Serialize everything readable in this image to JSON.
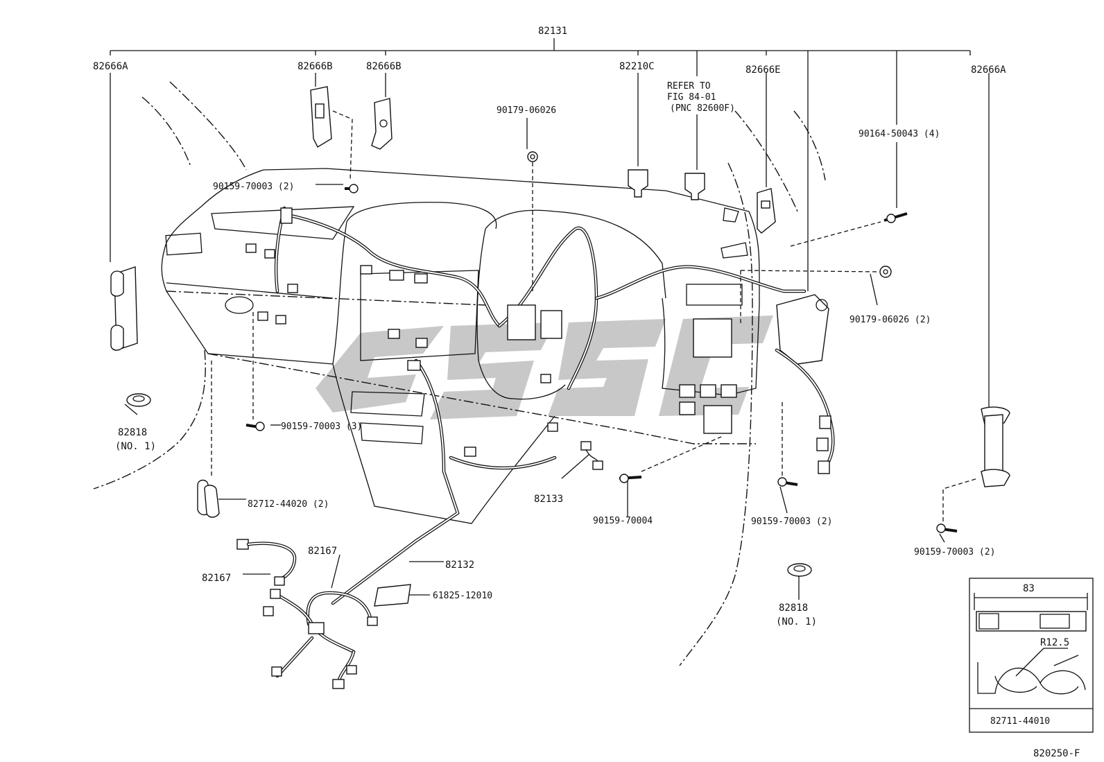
{
  "labels": {
    "top_harness": "82131",
    "clamp_a_left": "82666A",
    "clamp_b_1": "82666B",
    "clamp_b_2": "82666B",
    "relay_c": "82210C",
    "refer_line1": "REFER TO",
    "refer_line2": "FIG 84-01",
    "refer_line3": "(PNC 82600F)",
    "clamp_e": "82666E",
    "clamp_a_right": "82666A",
    "nut_top": "90179-06026",
    "bolt_top_right": "90164-50043 (4)",
    "bolt_left_upper": "90159-70003 (2)",
    "nut_right": "90179-06026 (2)",
    "grommet_left": "82818",
    "grommet_left_no": "(NO. 1)",
    "bolt_left_lower": "90159-70003 (3)",
    "clip_left": "82712-44020 (2)",
    "harness_133": "82133",
    "bolt_center": "90159-70004",
    "bolt_right_lower": "90159-70003 (2)",
    "bolt_far_right": "90159-70003 (2)",
    "harness_167_top": "82167",
    "harness_167_left": "82167",
    "harness_132": "82132",
    "label_sheet": "61825-12010",
    "grommet_right": "82818",
    "grommet_right_no": "(NO. 1)",
    "inset_dim": "83",
    "inset_radius": "R12.5",
    "inset_part": "82711-44010",
    "figure_code": "820250-F"
  },
  "colors": {
    "ink": "#111111",
    "watermark": "#9a9a9a",
    "background": "#ffffff"
  }
}
